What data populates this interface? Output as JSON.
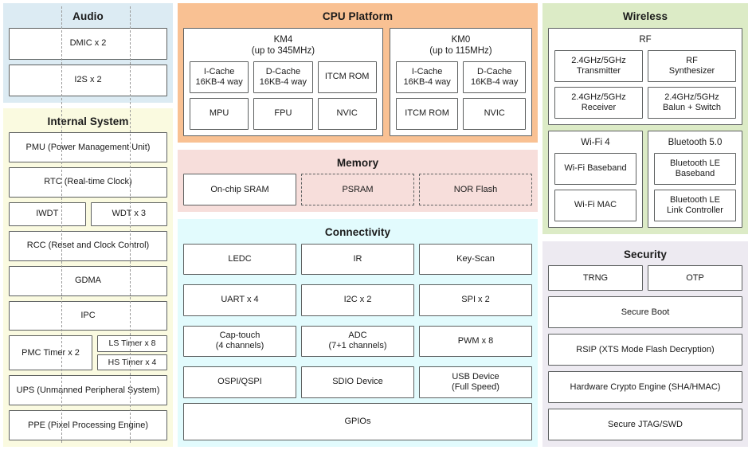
{
  "audio": {
    "title": "Audio",
    "blocks": [
      "DMIC x 2",
      "I2S x 2"
    ]
  },
  "internal_system": {
    "title": "Internal System",
    "blocks": [
      "PMU (Power Management Unit)",
      "RTC (Real-time Clock)"
    ],
    "wdt_row": [
      "IWDT",
      "WDT x 3"
    ],
    "blocks2": [
      "RCC (Reset and Clock Control)",
      "GDMA",
      "IPC"
    ],
    "timer_left": "PMC Timer x 2",
    "timer_right": [
      "LS Timer x 8",
      "HS Timer x 4"
    ],
    "blocks3": [
      "UPS (Unmanned Peripheral System)",
      "PPE (Pixel Processing Engine)"
    ]
  },
  "cpu_platform": {
    "title": "CPU Platform",
    "cores": [
      {
        "name": "KM4",
        "clock": "(up to 345MHz)",
        "row1": [
          "I-Cache\n16KB-4 way",
          "D-Cache\n16KB-4 way",
          "ITCM ROM"
        ],
        "row2": [
          "MPU",
          "FPU",
          "NVIC"
        ]
      },
      {
        "name": "KM0",
        "clock": "(up to 115MHz)",
        "row1": [
          "I-Cache\n16KB-4 way",
          "D-Cache\n16KB-4 way"
        ],
        "row2": [
          "ITCM ROM",
          "NVIC"
        ]
      }
    ]
  },
  "memory": {
    "title": "Memory",
    "blocks": [
      {
        "label": "On-chip SRAM",
        "dashed": false
      },
      {
        "label": "PSRAM",
        "dashed": true
      },
      {
        "label": "NOR Flash",
        "dashed": true
      }
    ]
  },
  "connectivity": {
    "title": "Connectivity",
    "rows": [
      [
        "LEDC",
        "IR",
        "Key-Scan"
      ],
      [
        "UART x 4",
        "I2C x 2",
        "SPI x 2"
      ],
      [
        "Cap-touch\n(4 channels)",
        "ADC\n(7+1 channels)",
        "PWM  x 8"
      ],
      [
        "OSPI/QSPI",
        "SDIO Device",
        "USB Device\n(Full Speed)"
      ]
    ],
    "full_width": "GPIOs"
  },
  "wireless": {
    "title": "Wireless",
    "rf": {
      "name": "RF",
      "blocks": [
        "2.4GHz/5GHz\nTransmitter",
        "RF\nSynthesizer",
        "2.4GHz/5GHz\nReceiver",
        "2.4GHz/5GHz\nBalun + Switch"
      ]
    },
    "wifi": {
      "name": "Wi-Fi 4",
      "blocks": [
        "Wi-Fi Baseband",
        "Wi-Fi MAC"
      ]
    },
    "bluetooth": {
      "name": "Bluetooth 5.0",
      "blocks": [
        "Bluetooth LE\nBaseband",
        "Bluetooth LE\nLink Controller"
      ]
    }
  },
  "security": {
    "title": "Security",
    "row1": [
      "TRNG",
      "OTP"
    ],
    "blocks": [
      "Secure Boot",
      "RSIP (XTS Mode Flash Decryption)",
      "Hardware Crypto Engine (SHA/HMAC)",
      "Secure JTAG/SWD"
    ]
  },
  "colors": {
    "audio": "#dcebf3",
    "internal_system": "#fafae0",
    "cpu_platform": "#f9c193",
    "memory": "#f7dedb",
    "connectivity": "#e2fbfd",
    "wireless": "#dcebc6",
    "security": "#edeaf1",
    "block_border": "#5d6060",
    "text": "#1a1a1a"
  }
}
